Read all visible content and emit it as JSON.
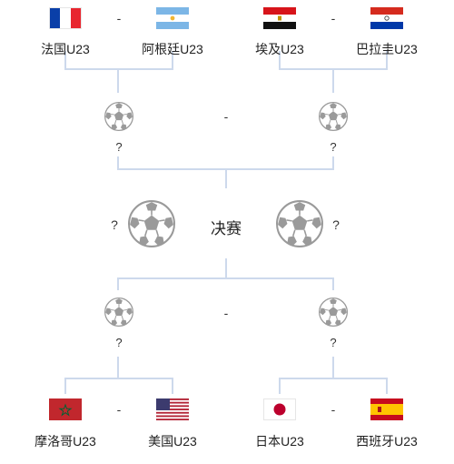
{
  "semi_top": {
    "left": {
      "team_a": {
        "name": "法国U23",
        "flag": "france-flag"
      },
      "separator": "-",
      "team_b": {
        "name": "阿根廷U23",
        "flag": "argentina-flag"
      }
    },
    "right": {
      "team_a": {
        "name": "埃及U23",
        "flag": "egypt-flag"
      },
      "separator": "-",
      "team_b": {
        "name": "巴拉圭U23",
        "flag": "paraguay-flag"
      }
    },
    "winner_left": "?",
    "winner_right": "?",
    "separator": "-"
  },
  "final": {
    "label": "决赛",
    "left_placeholder": "?",
    "right_placeholder": "?"
  },
  "semi_bottom": {
    "winner_left": "?",
    "winner_right": "?",
    "separator": "-",
    "left": {
      "team_a": {
        "name": "摩洛哥U23",
        "flag": "morocco-flag"
      },
      "separator": "-",
      "team_b": {
        "name": "美国U23",
        "flag": "usa-flag"
      }
    },
    "right": {
      "team_a": {
        "name": "日本U23",
        "flag": "japan-flag"
      },
      "separator": "-",
      "team_b": {
        "name": "西班牙U23",
        "flag": "spain-flag"
      }
    }
  },
  "colors": {
    "connector": "#cdd9ec",
    "ball_grey": "#9a9a9a"
  }
}
